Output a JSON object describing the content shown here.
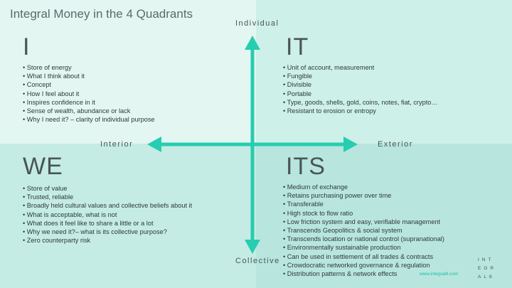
{
  "title": "Integral Money in the 4 Quadrants",
  "axes": {
    "top": "Individual",
    "bottom": "Collective",
    "left": "Interior",
    "right": "Exterior"
  },
  "quadrants": {
    "i": {
      "heading": "I",
      "items": [
        "Store of energy",
        "What I think about it",
        "Concept",
        "How I feel about it",
        "Inspires confidence in it",
        "Sense of wealth, abundance or lack",
        "Why I need it? – clarity of individual purpose"
      ]
    },
    "it": {
      "heading": "IT",
      "items": [
        "Unit of account, measurement",
        "Fungible",
        "Divisible",
        "Portable",
        "Type, goods, shells, gold, coins, notes, fiat, crypto…",
        "Resistant to erosion or entropy"
      ]
    },
    "we": {
      "heading": "WE",
      "items": [
        "Store of value",
        "Trusted, reliable",
        "Broadly held cultural values and collective beliefs about it",
        "What is acceptable, what is not",
        "What does it feel like to share a little or a lot",
        "Why we need it?– what is its collective purpose?",
        "Zero counterparty risk"
      ]
    },
    "its": {
      "heading": "ITS",
      "items": [
        "Medium of exchange",
        "Retains purchasing power over time",
        "Transferable",
        "High stock to flow ratio",
        "Low friction system and easy, verifiable management",
        "Transcends Geopolitics & social system",
        "Transcends location or national control (supranational)",
        "Environmentally sustainable production",
        "Can be used in settlement of all trades & contracts",
        "Crowdocratic networked governance & regulation",
        "Distribution patterns & network effects"
      ]
    }
  },
  "brand": {
    "rows": [
      "INT",
      "EGR",
      "AL8"
    ],
    "url": "www.integral8.com"
  },
  "colors": {
    "arrow": "#27cdb0",
    "q_top_left": "#e3f6f2",
    "q_top_right": "#cdf0e9",
    "q_bottom_left": "#c4ece4",
    "q_bottom_right": "#b8e6de"
  }
}
